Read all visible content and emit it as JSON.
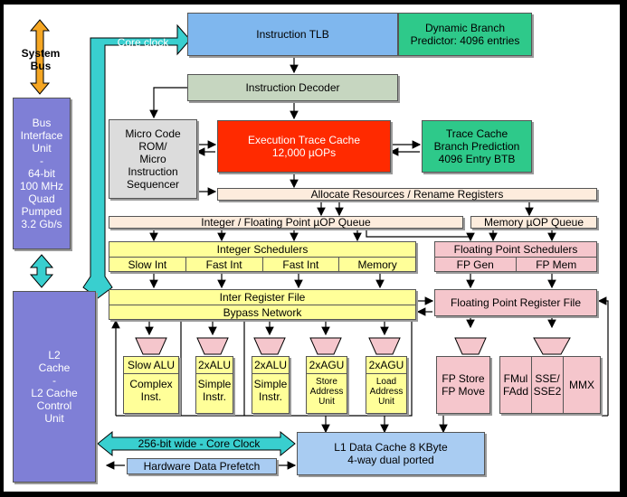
{
  "colors": {
    "tlb": "#7fb7ee",
    "branch": "#2ec98a",
    "decoder": "#c6d6c0",
    "micro": "#dcdcdc",
    "trace_cache": "#ff2a00",
    "alloc": "#fdecdd",
    "yellow": "#ffff99",
    "pink": "#f5c6cc",
    "purple": "#7f7fd6",
    "cyan": "#39cfcf",
    "orange": "#f5a623",
    "l1": "#a9ccf2"
  },
  "system_bus": "System\nBus",
  "bus_interface": "Bus\nInterface\nUnit\n-\n64-bit\n100 MHz\nQuad\nPumped\n3.2 Gb/s",
  "l2": "L2\nCache\n-\nL2 Cache\nControl\nUnit",
  "core_clock_top": "256-bit wide\nCore clock",
  "instruction_tlb": "Instruction TLB",
  "dynamic_branch": "Dynamic Branch\nPredictor: 4096 entries",
  "instruction_decoder": "Instruction Decoder",
  "microcode": "Micro Code\nROM/\nMicro\nInstruction\nSequencer",
  "trace_cache": "Execution Trace Cache\n12,000 µOPs",
  "trace_branch": "Trace Cache\nBranch Prediction\n4096 Entry BTB",
  "allocate": "Allocate Resources / Rename Registers",
  "int_fp_queue": "Integer / Floating Point µOP Queue",
  "memory_queue": "Memory µOP Queue",
  "integer_schedulers": "Integer Schedulers",
  "int_sched_cells": [
    "Slow Int",
    "Fast Int",
    "Fast Int",
    "Memory"
  ],
  "fp_schedulers": "Floating Point Schedulers",
  "fp_sched_cells": [
    "FP Gen",
    "FP Mem"
  ],
  "inter_register": "Inter Register File",
  "bypass": "Bypass Network",
  "fp_register": "Floating Point Register File",
  "units": [
    {
      "top": "Slow ALU",
      "body": "Complex\nInst."
    },
    {
      "top": "2xALU",
      "body": "Simple\nInstr."
    },
    {
      "top": "2xALU",
      "body": "Simple\nInstr."
    },
    {
      "top": "2xAGU",
      "body": "Store\nAddress\nUnit"
    },
    {
      "top": "2xAGU",
      "body": "Load\nAddress\nUnit"
    }
  ],
  "fp_store": "FP Store\nFP Move",
  "fmul": "FMul\nFAdd",
  "sse": "SSE/\nSSE2",
  "mmx": "MMX",
  "core_clock_bottom": "256-bit wide - Core Clock",
  "prefetch": "Hardware Data Prefetch",
  "l1": "L1 Data Cache 8 KByte\n4-way dual ported"
}
